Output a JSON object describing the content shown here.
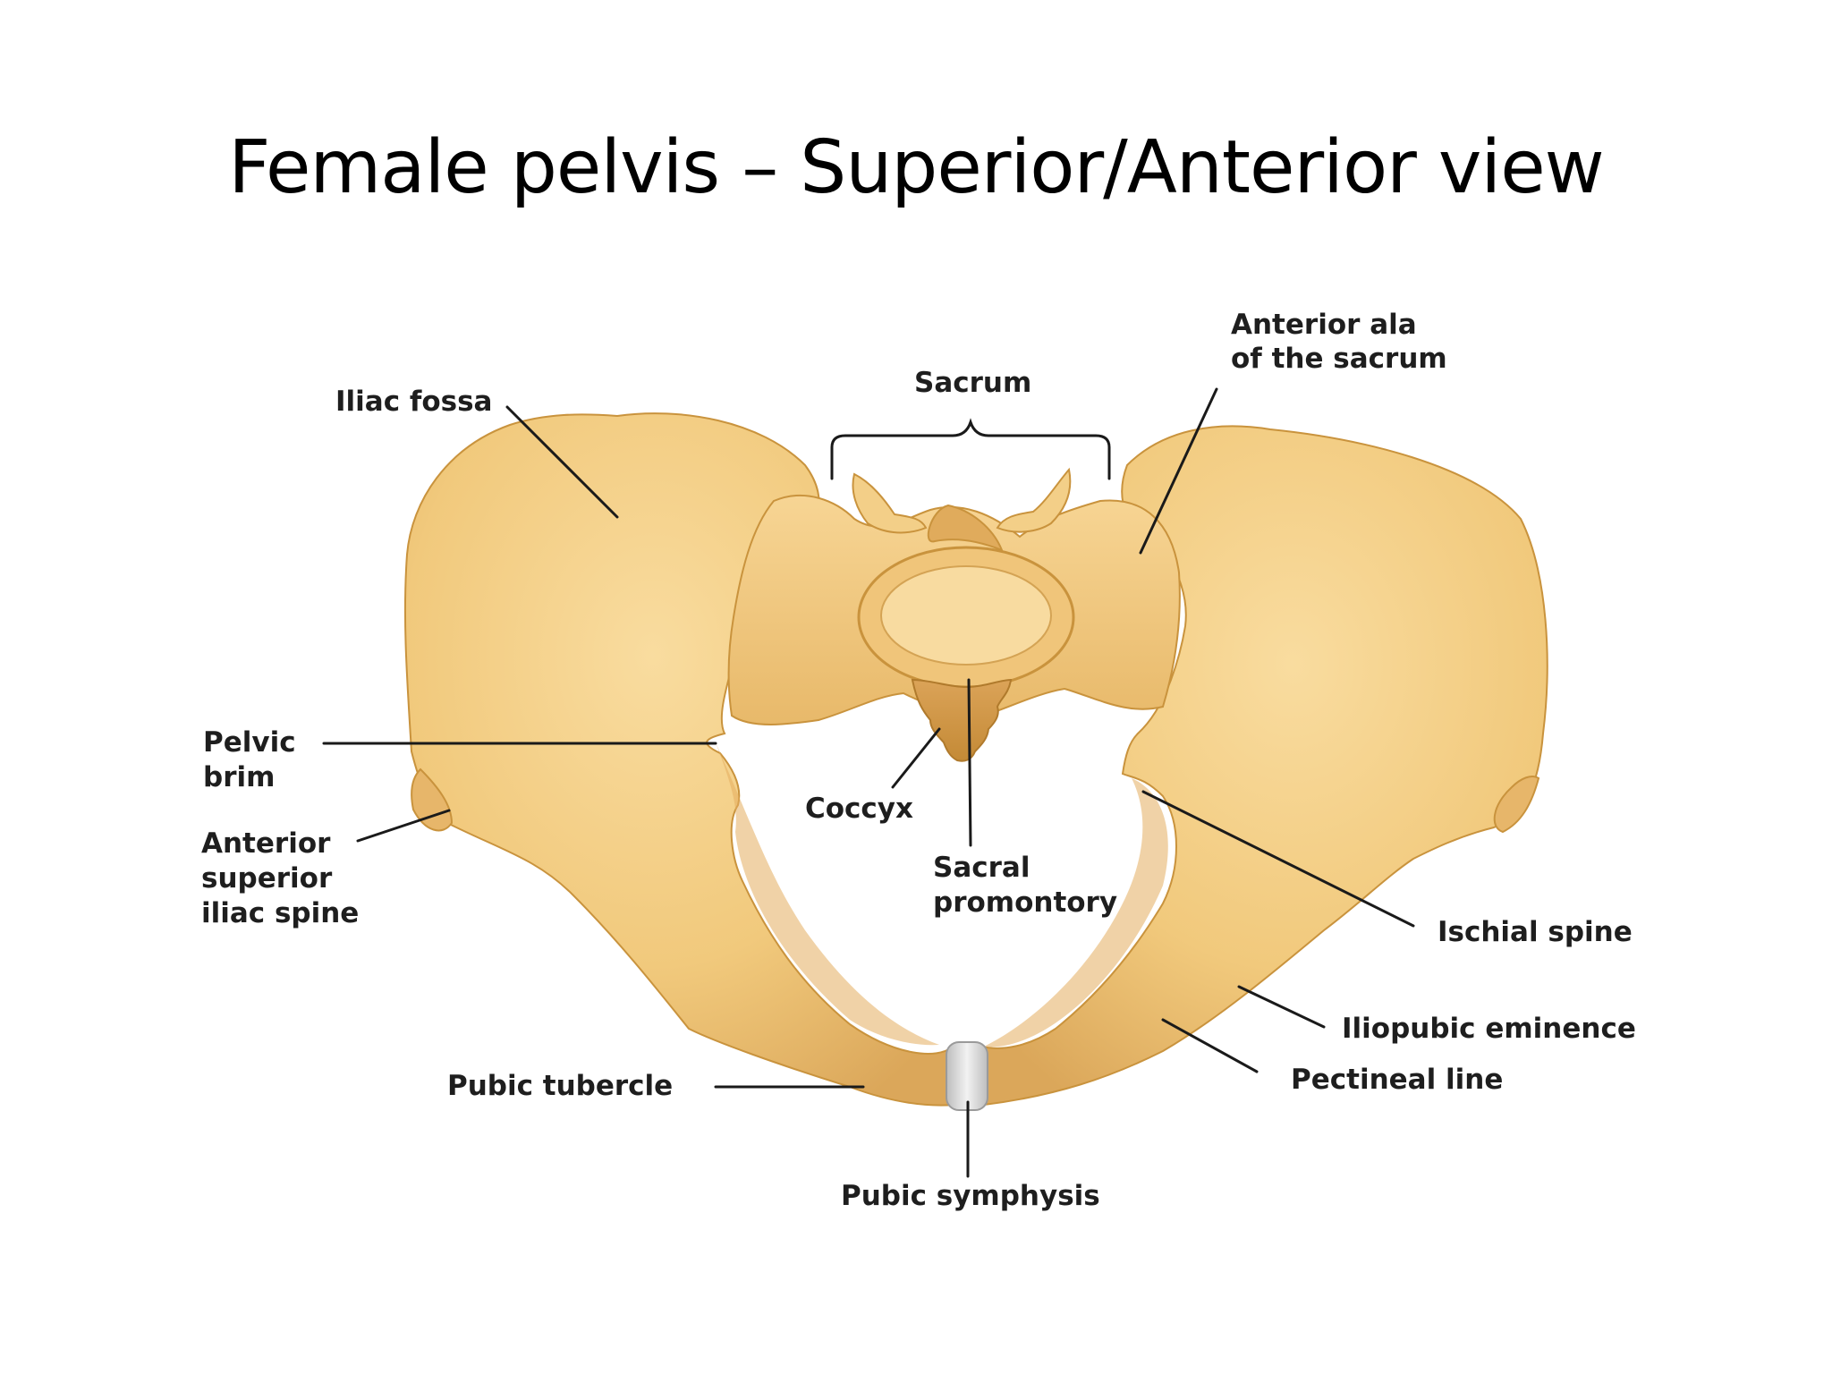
{
  "slide": {
    "title": "Female pelvis – Superior/Anterior view"
  },
  "colors": {
    "bone_light": "#f8d99a",
    "bone_mid": "#ecbf6e",
    "bone_dark": "#c8903a",
    "cartilage": "#e4e4e4",
    "label_text": "#1e1e1e",
    "leader_line": "#1a1a1a"
  },
  "labels": {
    "iliac_fossa": "Iliac fossa",
    "sacrum": "Sacrum",
    "anterior_ala_line1": "Anterior ala",
    "anterior_ala_line2": "of the sacrum",
    "pelvic_brim_line1": "Pelvic",
    "pelvic_brim_line2": "brim",
    "asis_line1": "Anterior",
    "asis_line2": "superior",
    "asis_line3": "iliac spine",
    "coccyx": "Coccyx",
    "sacral_promontory_line1": "Sacral",
    "sacral_promontory_line2": "promontory",
    "ischial_spine": "Ischial spine",
    "iliopubic_eminence": "Iliopubic eminence",
    "pectineal_line": "Pectineal line",
    "pubic_tubercle": "Pubic tubercle",
    "pubic_symphysis": "Pubic symphysis"
  }
}
